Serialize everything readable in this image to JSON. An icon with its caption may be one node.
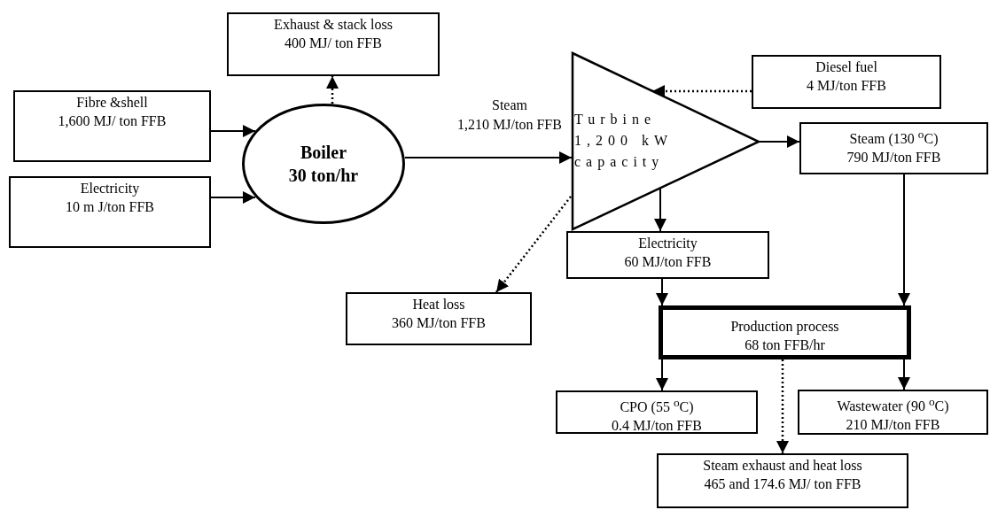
{
  "diagram": {
    "nodes": [
      {
        "text": [
          "Exhaust & stack loss",
          "400 MJ/ ton FFB"
        ]
      },
      {
        "text": [
          "Fibre &shell",
          "1,600 MJ/ ton FFB"
        ]
      },
      {
        "text": [
          "Electricity",
          "10  m J/ton FFB"
        ]
      },
      {
        "text": [
          "Boiler",
          "30 ton/hr"
        ]
      },
      {
        "text": [
          "Turbine 1,200 kW capacity"
        ]
      },
      {
        "text": [
          "Diesel fuel",
          "4  MJ/ton FFB"
        ]
      },
      {
        "text": [
          "Steam (130 $^{o}$C)",
          "790 MJ/ton FFB"
        ]
      },
      {
        "text": [
          "Electricity",
          "60 MJ/ton FFB"
        ]
      },
      {
        "text": [
          "Heat loss",
          "360 MJ/ton FFB"
        ]
      },
      {
        "text": [
          "Production process",
          "68 ton FFB/hr"
        ]
      },
      {
        "text": [
          "CPO (55 $^{o}$C)",
          "0.4  MJ/ton FFB"
        ]
      },
      {
        "text": [
          "Wastewater (90 $^{o}$C)",
          "210  MJ/ton FFB"
        ]
      },
      {
        "text": [
          "Steam exhaust and heat loss",
          "465 and 174.6 MJ/ ton FFB"
        ]
      }
    ],
    "edges": [
      {
        "from": 1,
        "to": 3,
        "arrow": "to"
      },
      {
        "from": 2,
        "to": 3,
        "arrow": "to"
      },
      {
        "from": 3,
        "to": 0,
        "arrow": "to",
        "style": "dashed"
      },
      {
        "from": 3,
        "to": 4,
        "arrow": "to",
        "label": "Steam 1,210 MJ/ton FFB"
      },
      {
        "from": 5,
        "to": 4,
        "arrow": "to",
        "style": "dashed"
      },
      {
        "from": 4,
        "to": 8,
        "arrow": "to",
        "style": "dashed"
      },
      {
        "from": 4,
        "to": 6,
        "arrow": "to"
      },
      {
        "from": 4,
        "to": 7,
        "arrow": "to"
      },
      {
        "from": 7,
        "to": 9,
        "arrow": "to"
      },
      {
        "from": 6,
        "to": 9,
        "arrow": "to"
      },
      {
        "from": 9,
        "to": 10,
        "arrow": "to"
      },
      {
        "from": 9,
        "to": 11,
        "arrow": "to"
      },
      {
        "from": 9,
        "to": 12,
        "arrow": "to",
        "style": "dashed"
      }
    ]
  }
}
